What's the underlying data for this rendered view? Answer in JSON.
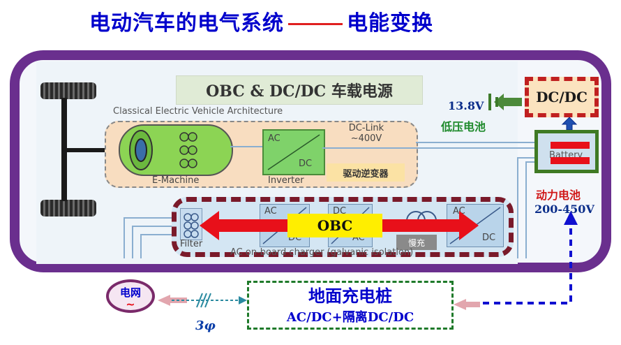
{
  "title": {
    "left": "电动汽车的电气系统",
    "right": "电能变换"
  },
  "banner": "OBC & DC/DC 车载电源",
  "architecture_label": "Classical Electric Vehicle Architecture",
  "motor": {
    "label": "E-Machine"
  },
  "inverter": {
    "top": "AC",
    "bottom": "DC",
    "label": "Inverter"
  },
  "dc_link": {
    "line1": "DC-Link",
    "line2": "~400V"
  },
  "drive_inverter_label": "驱动逆变器",
  "charger": {
    "filter_label": "Filter",
    "stage1": {
      "top": "AC",
      "bottom": "DC"
    },
    "stage2": {
      "top": "DC",
      "bottom": "AC"
    },
    "stage3": {
      "top": "AC",
      "bottom": "DC"
    },
    "obc_label": "OBC",
    "slow_charge_label": "慢充",
    "caption": "AC on-board charger (galvanic isolation)"
  },
  "dcdc_label": "DC/DC",
  "low_voltage": {
    "voltage": "13.8V",
    "label": "低压电池"
  },
  "battery": {
    "label": "Battery"
  },
  "high_voltage": {
    "label": "动力电池",
    "range": "200-450V"
  },
  "grid": {
    "label": "电网",
    "symbol": "~"
  },
  "phase_label": "3φ",
  "ground_charger": {
    "title": "地面充电桩",
    "subtitle": "AC/DC+隔离DC/DC"
  },
  "colors": {
    "frame": "#6a2f8e",
    "title": "#0000cc",
    "charger_border": "#7a1a2a",
    "dcdc_border": "#c02020"
  }
}
